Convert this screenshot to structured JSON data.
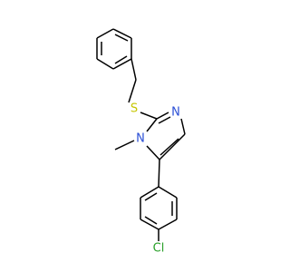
{
  "molecule": {
    "atoms": {
      "sulfur": {
        "symbol": "S",
        "color": "#c6c600"
      },
      "imidazole_n3": {
        "symbol": "N",
        "color": "#2b4fd6"
      },
      "imidazole_n1": {
        "symbol": "N",
        "color": "#2b4fd6"
      },
      "chlorine": {
        "symbol": "Cl",
        "color": "#2aa02a"
      }
    },
    "bond_color": "#000000"
  }
}
